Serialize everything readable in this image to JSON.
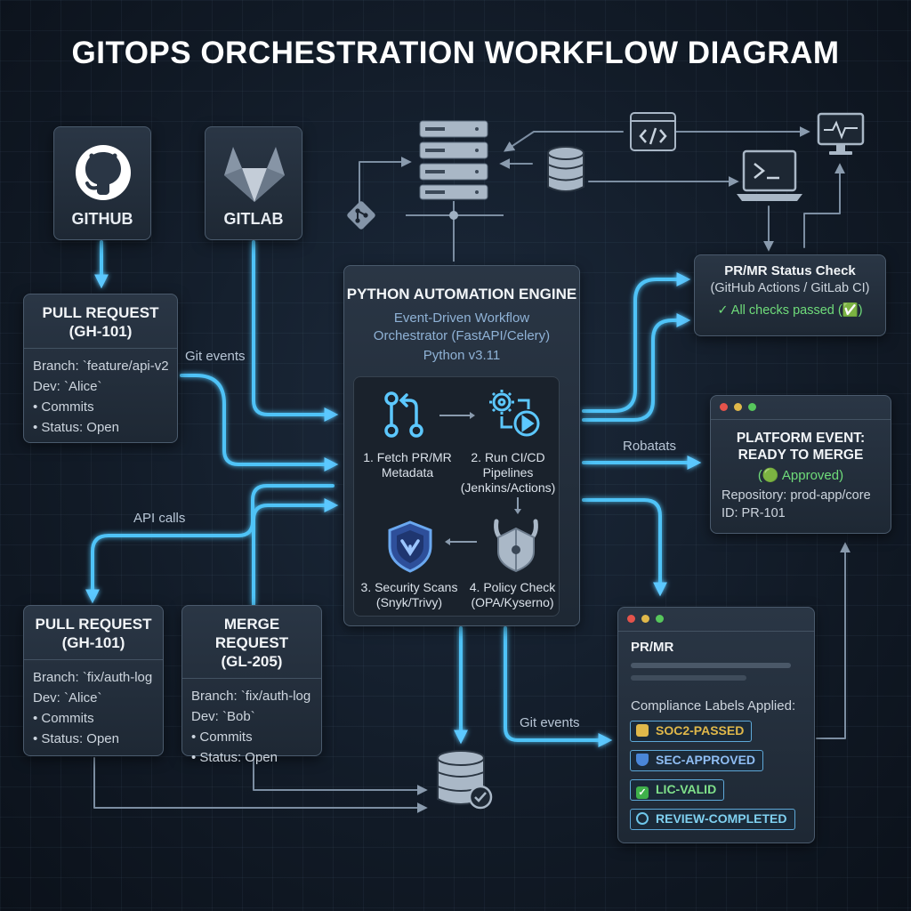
{
  "title": "GITOPS ORCHESTRATION WORKFLOW DIAGRAM",
  "sources": {
    "github": {
      "label": "GITHUB",
      "icon": "github-icon"
    },
    "gitlab": {
      "label": "GITLAB",
      "icon": "gitlab-icon"
    }
  },
  "cards": {
    "pr_top": {
      "title": "PULL REQUEST",
      "id": "(GH-101)",
      "branch": "Branch: `feature/api-v2",
      "dev": "Dev: `Alice`",
      "commits": "• Commits",
      "status": "• Status: Open"
    },
    "pr_bottom": {
      "title": "PULL REQUEST",
      "id": "(GH-101)",
      "branch": "Branch: `fix/auth-log",
      "dev": "Dev: `Alice`",
      "commits": "• Commits",
      "status": "• Status: Open"
    },
    "mr_bottom": {
      "title": "MERGE REQUEST",
      "id": "(GL-205)",
      "branch": "Branch: `fix/auth-log",
      "dev": "Dev: `Bob`",
      "commits": "• Commits",
      "status": "• Status: Open"
    }
  },
  "edge_labels": {
    "git_events_top": "Git events",
    "api_calls": "API calls",
    "git_events_bottom": "Git events",
    "robatats": "Robatats"
  },
  "engine": {
    "title": "PYTHON AUTOMATION ENGINE",
    "subtitle1": "Event-Driven Workflow",
    "subtitle2": "Orchestrator (FastAPI/Celery)",
    "subtitle3": "Python v3.11",
    "steps": [
      {
        "label1": "1. Fetch PR/MR",
        "label2": "Metadata",
        "icon": "git-pull-request-icon"
      },
      {
        "label1": "2. Run CI/CD",
        "label2": "Pipelines",
        "label3": "(Jenkins/Actions)",
        "icon": "pipeline-gear-icon"
      },
      {
        "label1": "3. Security Scans",
        "label2": "(Snyk/Trivy)",
        "icon": "shield-icon"
      },
      {
        "label1": "4. Policy Check",
        "label2": "(OPA/Kyserno)",
        "icon": "policy-helmet-icon"
      }
    ]
  },
  "status_check": {
    "title": "PR/MR Status Check",
    "subtitle": "(GitHub Actions / GitLab CI)",
    "result": "✓ All checks passed (✅)",
    "color": "#6fdc7a"
  },
  "platform_event": {
    "title1": "PLATFORM EVENT:",
    "title2": "READY TO MERGE",
    "approved": "(🟢 Approved)",
    "repository": "Repository: prod-app/core",
    "id": "ID: PR-101"
  },
  "prmr": {
    "title": "PR/MR",
    "compliance_heading": "Compliance Labels Applied:",
    "labels": [
      {
        "text": "SOC2-PASSED",
        "color": "#e0b84a",
        "icon": "lock-icon"
      },
      {
        "text": "SEC-APPROVED",
        "color": "#6aa8f0",
        "icon": "shield-check-icon"
      },
      {
        "text": "LIC-VALID",
        "color": "#6fdc7a",
        "icon": "check-box-icon"
      },
      {
        "text": "REVIEW-COMPLETED",
        "color": "#6ec6ea",
        "icon": "refresh-icon"
      }
    ]
  },
  "colors": {
    "accent": "#4fc3f7",
    "wire": "#7c8ea2"
  }
}
